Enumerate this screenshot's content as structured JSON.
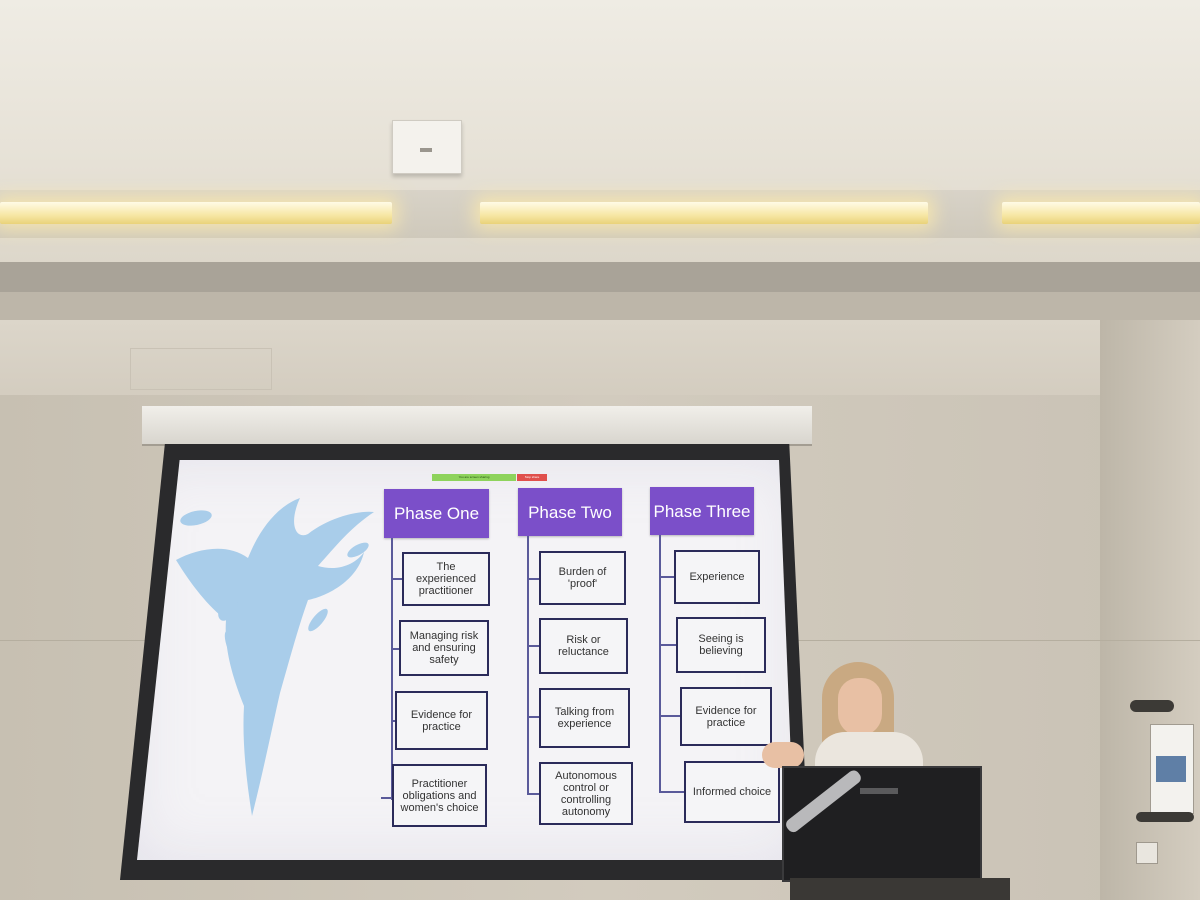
{
  "slide": {
    "phases": [
      {
        "title": "Phase One",
        "items": [
          "The experienced practitioner",
          "Managing risk and ensuring safety",
          "Evidence for practice",
          "Practitioner obligations and women's choice"
        ]
      },
      {
        "title": "Phase Two",
        "items": [
          "Burden of 'proof'",
          "Risk or reluctance",
          "Talking from experience",
          "Autonomous control or controlling autonomy"
        ]
      },
      {
        "title": "Phase Three",
        "items": [
          "Experience",
          "Seeing is believing",
          "Evidence for practice",
          "Informed choice"
        ]
      }
    ],
    "share_bar": "You are screen sharing",
    "stop_button": "Stop share"
  },
  "colors": {
    "header_purple": "#7b4fc9",
    "box_border": "#2b2b5a",
    "splash_blue": "#a9cdea",
    "share_green": "#8ed35c",
    "stop_red": "#e0504c"
  },
  "icons": [
    "ceiling-sensor-icon",
    "water-splash-icon",
    "monitor-icon"
  ]
}
